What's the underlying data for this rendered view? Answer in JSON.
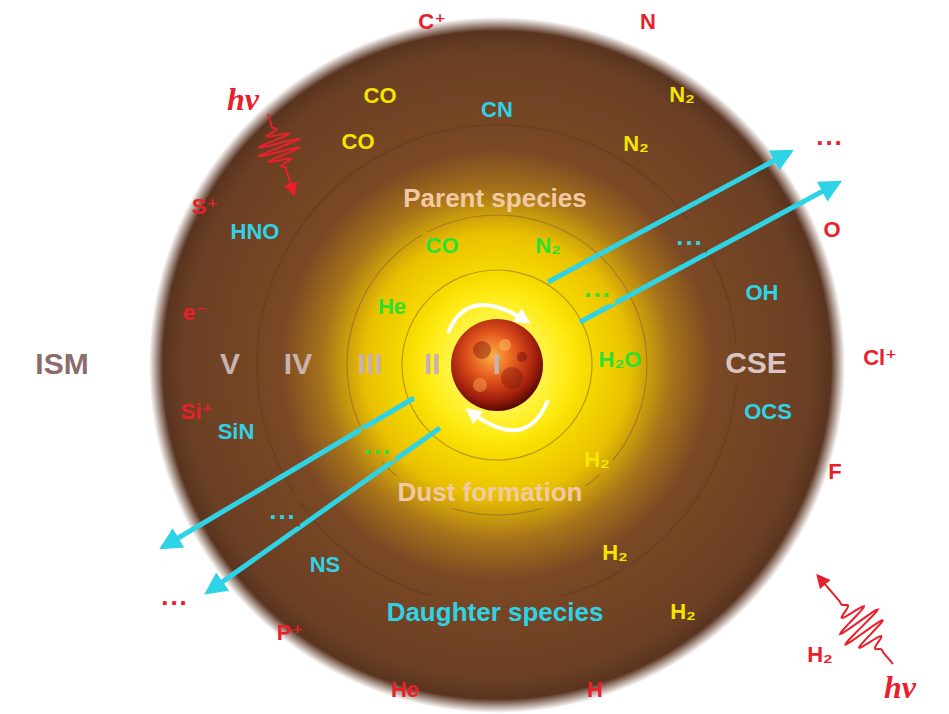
{
  "diagram": {
    "labels": [
      "C⁺",
      "N",
      "hv",
      "CO",
      "N₂",
      "CN",
      "...",
      "CO",
      "N₂",
      "Parent species",
      "S⁺",
      "O",
      "HNO",
      "...",
      "CO",
      "N₂",
      "...",
      "OH",
      "He",
      "e⁻",
      "ISM",
      "V",
      "IV",
      "III",
      "II",
      "I",
      "H₂O",
      "CSE",
      "Cl⁺",
      "OCS",
      "Si⁺",
      "SiN",
      "...",
      "H₂",
      "F",
      "Dust formation",
      "...",
      "NS",
      "H₂",
      "...",
      "Daughter species",
      "H₂",
      "P⁺",
      "H₂",
      "He",
      "H",
      "hv"
    ]
  }
}
